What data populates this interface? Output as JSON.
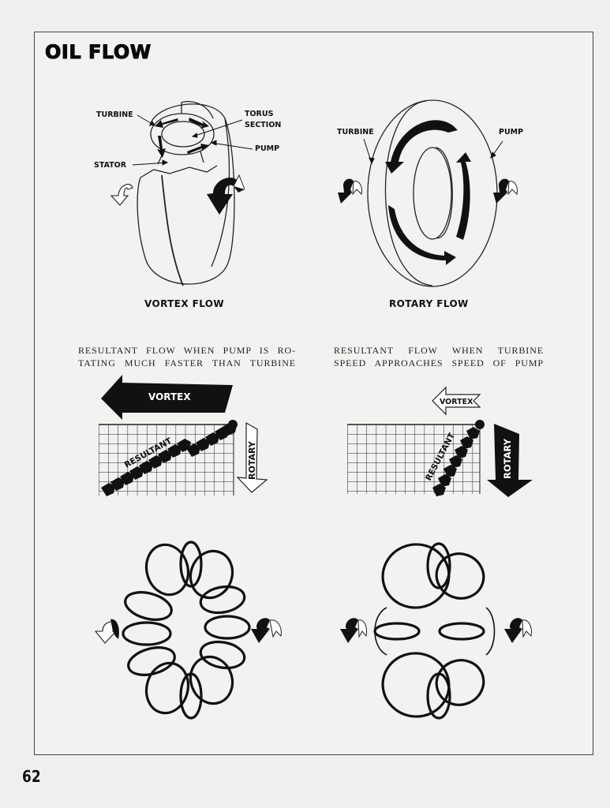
{
  "page": {
    "title": "OIL FLOW",
    "page_number": "62"
  },
  "vortex_flow_diagram": {
    "labels": {
      "turbine": "TURBINE",
      "torus_section_line1": "TORUS",
      "torus_section_line2": "SECTION",
      "pump": "PUMP",
      "stator": "STATOR"
    },
    "caption": "VORTEX FLOW"
  },
  "rotary_flow_diagram": {
    "labels": {
      "turbine": "TURBINE",
      "pump": "PUMP"
    },
    "caption": "ROTARY FLOW"
  },
  "left_resultant": {
    "description_line1": "RESULTANT FLOW WHEN PUMP IS RO-",
    "description_line2": "TATING MUCH FASTER THAN TURBINE",
    "vortex_label": "VORTEX",
    "rotary_label": "ROTARY",
    "resultant_label": "RESULTANT"
  },
  "right_resultant": {
    "description_line1": "RESULTANT FLOW WHEN TURBINE",
    "description_line2": "SPEED APPROACHES SPEED OF PUMP",
    "vortex_label": "VORTEX",
    "rotary_label": "ROTARY",
    "resultant_label": "RESULTANT"
  },
  "icons": {
    "rotation_arrow": "curved-rotation-arrow",
    "flow_arrow": "flow-arrow",
    "helix_coil": "helical-flow-coil"
  },
  "colors": {
    "ink": "#111111",
    "paper": "#f2f2f0",
    "border": "#444444"
  }
}
